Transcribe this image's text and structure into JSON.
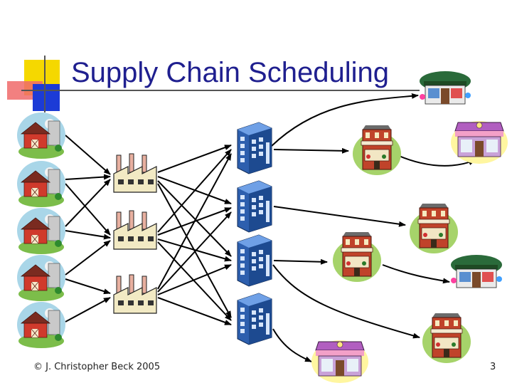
{
  "slide": {
    "title": "Supply Chain Scheduling",
    "footer": "© J. Christopher Beck 2005",
    "page_number": "3"
  },
  "icons": {
    "farm": "farm-icon",
    "factory": "factory-icon",
    "warehouse": "warehouse-icon",
    "store": "store-icon",
    "market": "market-stall-icon"
  },
  "colors": {
    "title": "#1f1f8f",
    "accent_yellow": "#f5d800",
    "accent_red": "#e8241f",
    "accent_blue": "#1c3bd6",
    "arrow": "#000000"
  }
}
